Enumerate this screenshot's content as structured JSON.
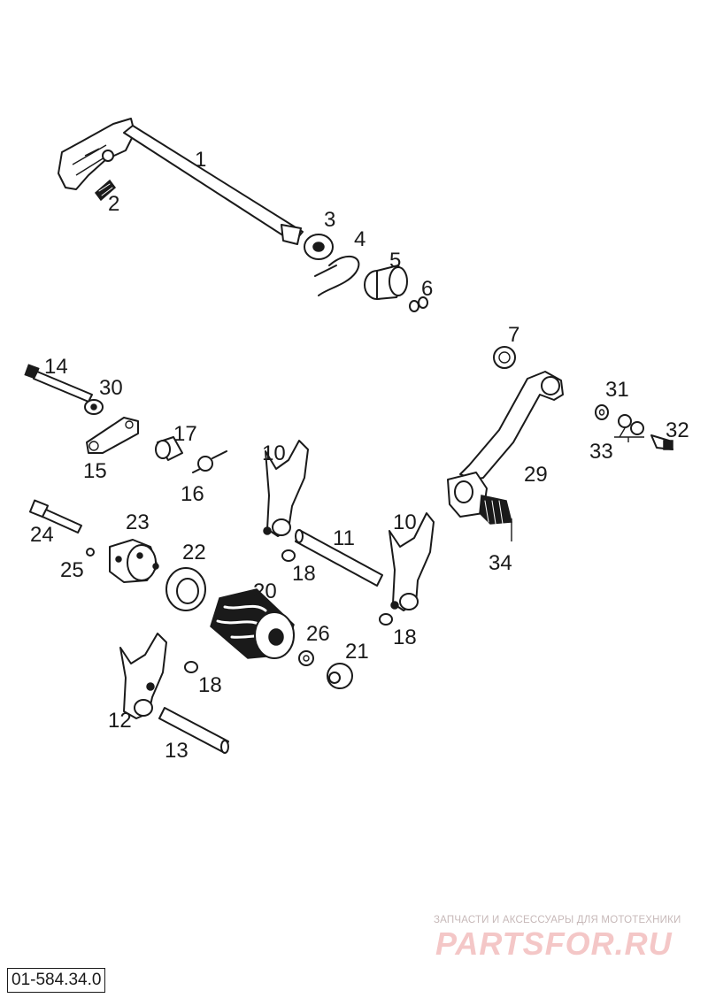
{
  "diagram": {
    "code": "01-584.34.0",
    "callouts": [
      "1",
      "2",
      "3",
      "4",
      "5",
      "6",
      "7",
      "10",
      "10",
      "11",
      "12",
      "13",
      "14",
      "15",
      "16",
      "17",
      "18",
      "18",
      "18",
      "20",
      "21",
      "22",
      "23",
      "24",
      "25",
      "26",
      "29",
      "30",
      "31",
      "32",
      "33",
      "34"
    ]
  },
  "watermark": {
    "caption": "ЗАПЧАСТИ И АКСЕССУАРЫ ДЛЯ МОТОТЕХНИКИ",
    "logo": "PARTSFOR.RU",
    "colors": {
      "caption": "#c7b9b9",
      "logo": "#f4c7c7"
    }
  },
  "colors": {
    "ink": "#1a1a1a",
    "background": "#ffffff"
  }
}
